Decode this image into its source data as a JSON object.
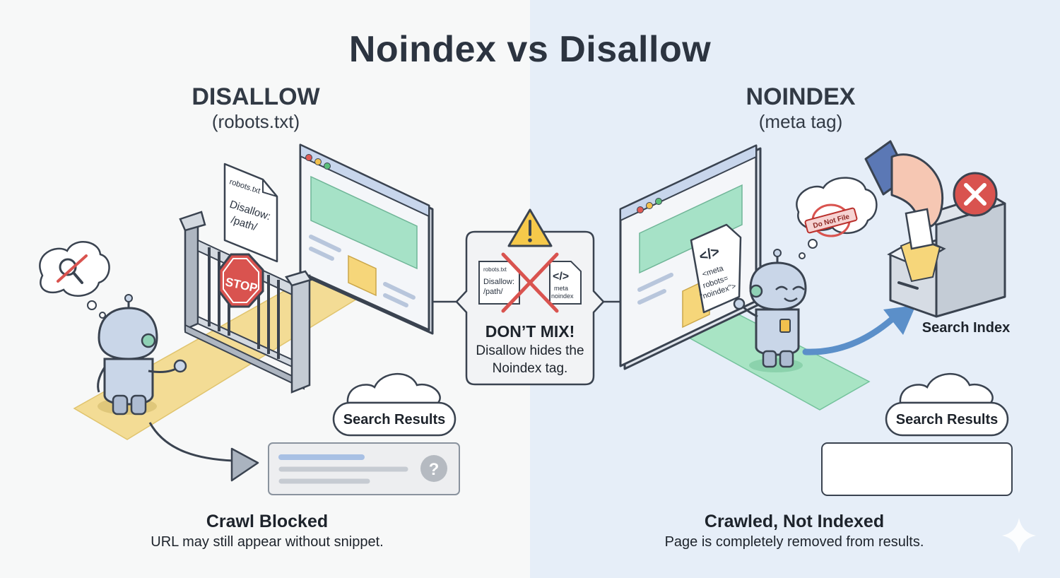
{
  "title": "Noindex vs Disallow",
  "left": {
    "heading": "DISALLOW",
    "subheading": "(robots.txt)",
    "file_label": "robots.txt",
    "file_line1": "Disallow:",
    "file_line2": "/path/",
    "sign_text": "STOP",
    "search_results_label": "Search Results",
    "caption_title": "Crawl Blocked",
    "caption_text": "URL may still appear without snippet."
  },
  "middle": {
    "card_file_label": "robots.txt",
    "card_file_line1": "Disallow:",
    "card_file_line2": "/path/",
    "card_tag_code": "</>",
    "card_tag_line1": "meta",
    "card_tag_line2": "noindex",
    "warning_title": "DON’T MIX!",
    "warning_line1": "Disallow hides the",
    "warning_line2": "Noindex tag."
  },
  "right": {
    "heading": "NOINDEX",
    "subheading": "(meta tag)",
    "stamp_text": "Do Not File",
    "tag_code": "</>",
    "tag_line1": "<meta",
    "tag_line2": "robots=",
    "tag_line3": "\"noindex\">",
    "search_index_label": "Search Index",
    "search_results_label": "Search Results",
    "caption_title": "Crawled, Not Indexed",
    "caption_text": "Page is completely removed from results."
  },
  "colors": {
    "left_bg": "#f7f8f8",
    "right_bg": "#e6eef8",
    "path_yellow": "#f3dc95",
    "path_green": "#a8e4c4",
    "screen_green": "#a6e2c7",
    "stop_red": "#d9534f",
    "robot_blue": "#c9d6e8",
    "arrow_blue": "#5b8fc9"
  }
}
